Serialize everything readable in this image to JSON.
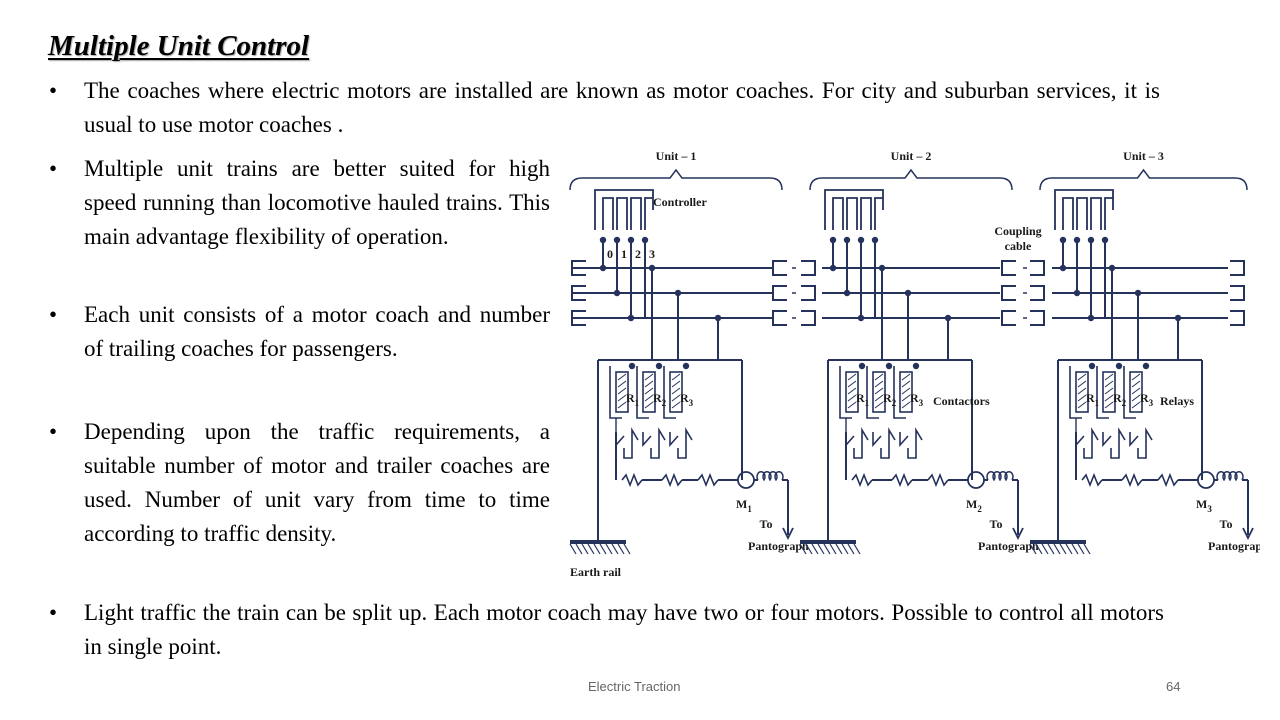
{
  "title": "Multiple Unit Control",
  "bullets": [
    "The coaches where electric motors are installed are known as motor coaches. For city and suburban services, it is usual to use motor coaches .",
    "Multiple unit trains are better suited for high speed running than locomotive hauled trains. This main advantage flexibility of operation.",
    "Each unit consists of a motor coach and number of trailing coaches for passengers.",
    "Depending upon the traffic requirements, a suitable number of motor and trailer coaches are used. Number of unit vary from time to time according to traffic density.",
    "Light traffic the train can be split up. Each motor coach may have two or four motors. Possible to control all motors in single point."
  ],
  "bullet_symbol": "•",
  "diagram": {
    "unit_labels": [
      "Unit – 1",
      "Unit – 2",
      "Unit – 3"
    ],
    "controller": "Controller",
    "positions": [
      "0",
      "1",
      "2",
      "3"
    ],
    "coupling": [
      "Coupling",
      "cable"
    ],
    "resistor_labels": [
      [
        "R",
        "1"
      ],
      [
        "R",
        "2"
      ],
      [
        "R",
        "3"
      ]
    ],
    "contactors": "Contactors",
    "relays": "Relays",
    "motors": [
      [
        "M",
        "1"
      ],
      [
        "M",
        "2"
      ],
      [
        "M",
        "3"
      ]
    ],
    "to": "To",
    "pantograph": "Pantograph",
    "earth_rail": "Earth rail"
  },
  "footer": {
    "left": "Electric Traction",
    "page": "64"
  },
  "colors": {
    "wire": "#25325c",
    "text": "#000000",
    "footer": "#666666"
  }
}
